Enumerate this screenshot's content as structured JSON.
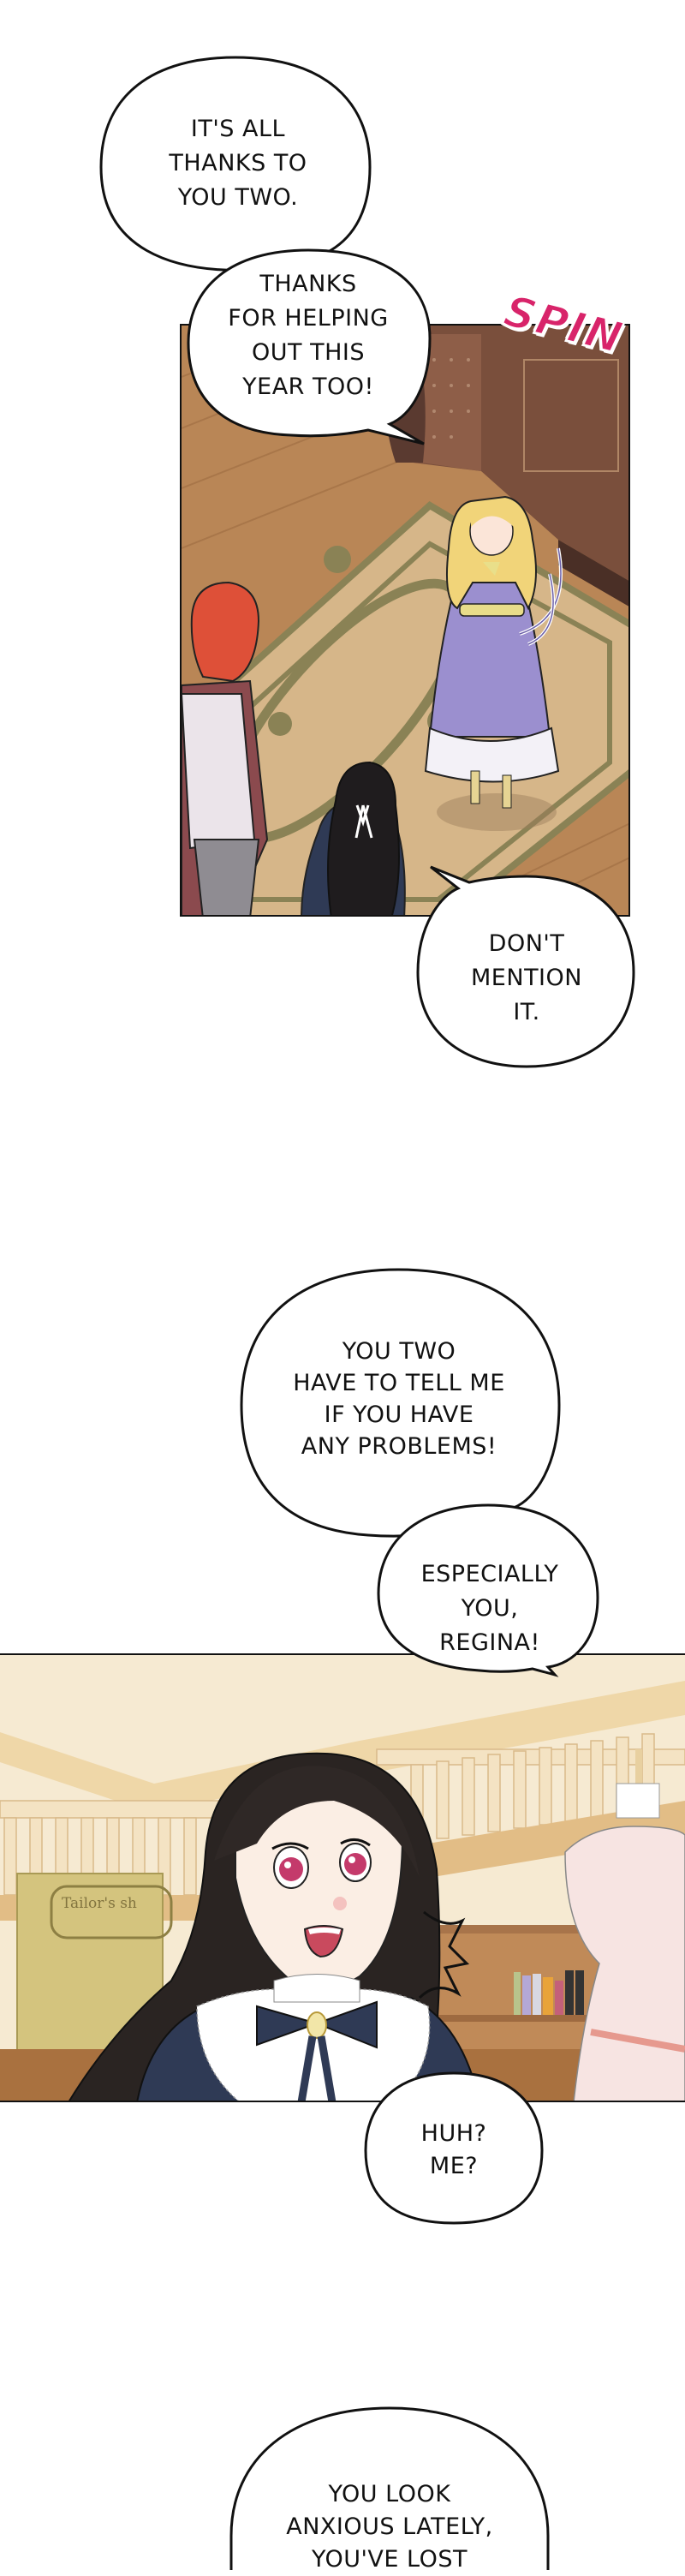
{
  "comic": {
    "panels": [
      {
        "id": "panel-1",
        "description": "Overhead view of a wood-floored room with a beige rug; a blonde girl in a lavender dress spins while a red-haired boy and a black-haired girl look on",
        "sound_effect": "SPIN",
        "colors": {
          "floor": "#b98656",
          "rug": "#d6b689",
          "rug_pattern": "#8a8255",
          "wall": "#7a4f3c",
          "dress": "#9b8fcf",
          "sfx": "#d8246a"
        }
      },
      {
        "id": "panel-2",
        "description": "Close-up of a smiling black-haired girl with pink eyes in a navy dress with white lace collar and bow, inside a tailor's shop with a pink dress on a mannequin",
        "background_sign": "Tailor's sh",
        "colors": {
          "background": "#f1dcb4",
          "hair": "#2a2422",
          "dress": "#2f3a55",
          "eyes": "#c43a6b",
          "mannequin_dress": "#f7e4e2"
        }
      }
    ],
    "bubbles": [
      {
        "id": "bubble-1",
        "lines": [
          "IT'S ALL",
          "THANKS TO",
          "YOU TWO."
        ]
      },
      {
        "id": "bubble-2",
        "lines": [
          "THANKS",
          "FOR HELPING",
          "OUT THIS",
          "YEAR TOO!"
        ]
      },
      {
        "id": "bubble-3",
        "lines": [
          "DON'T",
          "MENTION",
          "IT."
        ]
      },
      {
        "id": "bubble-4",
        "lines": [
          "YOU TWO",
          "HAVE TO TELL ME",
          "IF YOU HAVE",
          "ANY PROBLEMS!"
        ]
      },
      {
        "id": "bubble-5",
        "lines": [
          "ESPECIALLY",
          "YOU,",
          "REGINA!"
        ]
      },
      {
        "id": "bubble-6",
        "lines": [
          "HUH?",
          "ME?"
        ]
      },
      {
        "id": "bubble-7",
        "lines": [
          "YOU LOOK",
          "ANXIOUS LATELY,",
          "YOU'VE LOST"
        ]
      }
    ]
  }
}
